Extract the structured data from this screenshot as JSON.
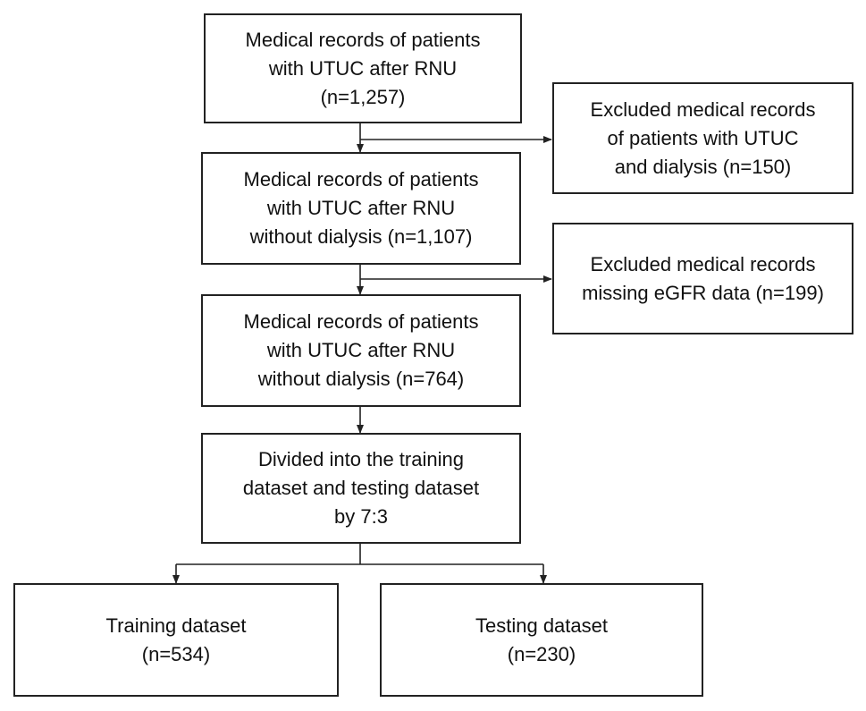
{
  "boxes": {
    "initial": {
      "lines": [
        "Medical records of patients",
        "with UTUC after RNU",
        "(n=1,257)"
      ]
    },
    "excluded_dialysis": {
      "lines": [
        "Excluded medical records",
        "of patients with UTUC",
        "and dialysis (n=150)"
      ]
    },
    "no_dialysis": {
      "lines": [
        "Medical records of patients",
        "with UTUC after RNU",
        "without dialysis (n=1,107)"
      ]
    },
    "excluded_egfr": {
      "lines": [
        "Excluded medical records",
        "missing eGFR data (n=199)"
      ]
    },
    "final_cohort": {
      "lines": [
        "Medical records of patients",
        "with UTUC after RNU",
        "without dialysis (n=764)"
      ]
    },
    "split": {
      "lines": [
        "Divided into the training",
        "dataset and testing dataset",
        "by 7:3"
      ]
    },
    "training": {
      "lines": [
        "Training dataset",
        "(n=534)"
      ]
    },
    "testing": {
      "lines": [
        "Testing dataset",
        "(n=230)"
      ]
    }
  }
}
